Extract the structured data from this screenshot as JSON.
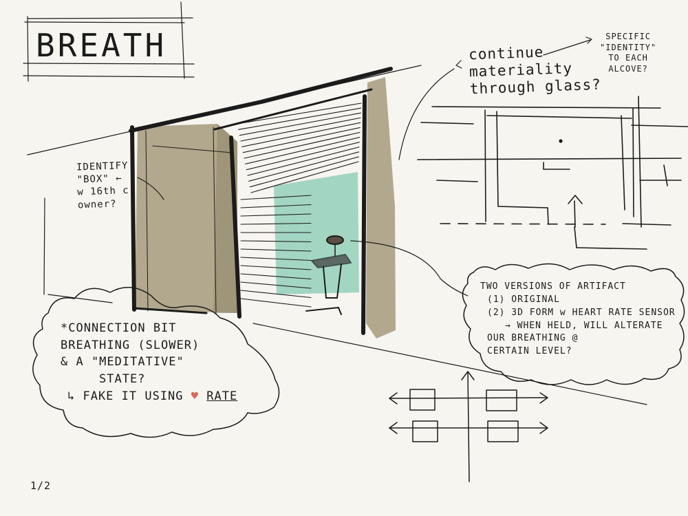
{
  "title": "BREATH",
  "box_note": [
    "IDENTIFY",
    "\"BOX\" ←",
    "w 16th c.",
    "owner?"
  ],
  "top_question": [
    "continue",
    "materiality",
    "through glass?"
  ],
  "identity_question": [
    "SPECIFIC",
    "\"IDENTITY\"",
    "TO EACH",
    "ALCOVE?"
  ],
  "connection_cloud": {
    "line1": "*CONNECTION BIT",
    "line2": "BREATHING (SLOWER)",
    "line3": "& A \"MEDITATIVE\"",
    "line4": "STATE?",
    "line5_prefix": "↳ FAKE IT USING ",
    "heart_symbol": "♥",
    "line5_suffix": "RATE"
  },
  "versions_cloud": {
    "heading": "TWO VERSIONS OF ARTIFACT",
    "item1": "(1) ORIGINAL",
    "item2": "(2) 3D FORM w HEART RATE SENSOR",
    "item3": "→ WHEN HELD, WILL ALTERATE",
    "item4": "OUR BREATHING @",
    "item5": "CERTAIN LEVEL?"
  },
  "page_number": "1/2",
  "colors": {
    "ink": "#1b1b1b",
    "wall_wash": "#a69a7c",
    "glass_wash": "#8fcdb8",
    "heart": "#d9665a",
    "paper": "#f6f5f0"
  }
}
